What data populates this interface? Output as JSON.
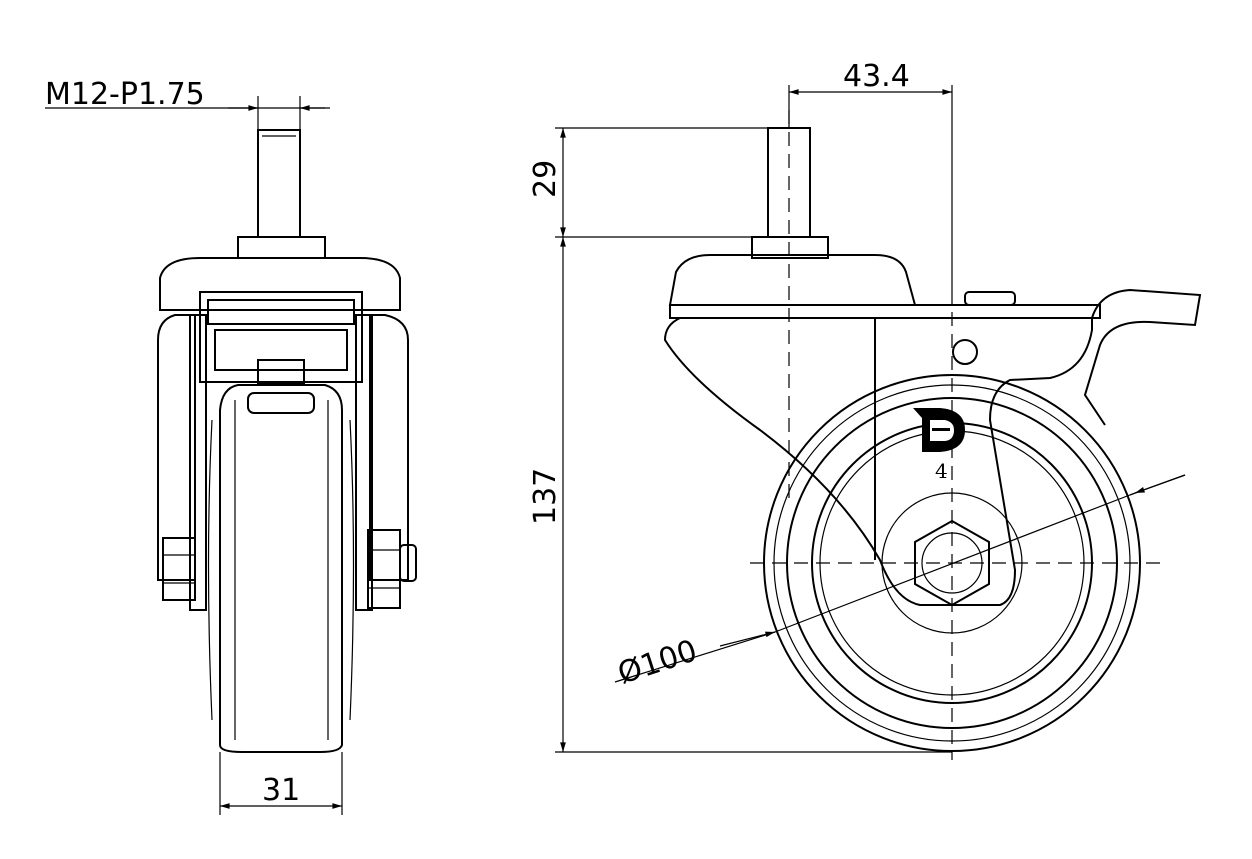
{
  "title": "Swivel caster with brake - dimension drawing",
  "dimensions": {
    "thread": "M12-P1.75",
    "wheel_width": "31",
    "stem_offset": "43.4",
    "stem_length": "29",
    "total_height": "137",
    "wheel_diameter": "Ø100"
  },
  "logo": {
    "text": "D",
    "number": "4"
  },
  "colors": {
    "line": "#000000",
    "background": "#ffffff"
  }
}
